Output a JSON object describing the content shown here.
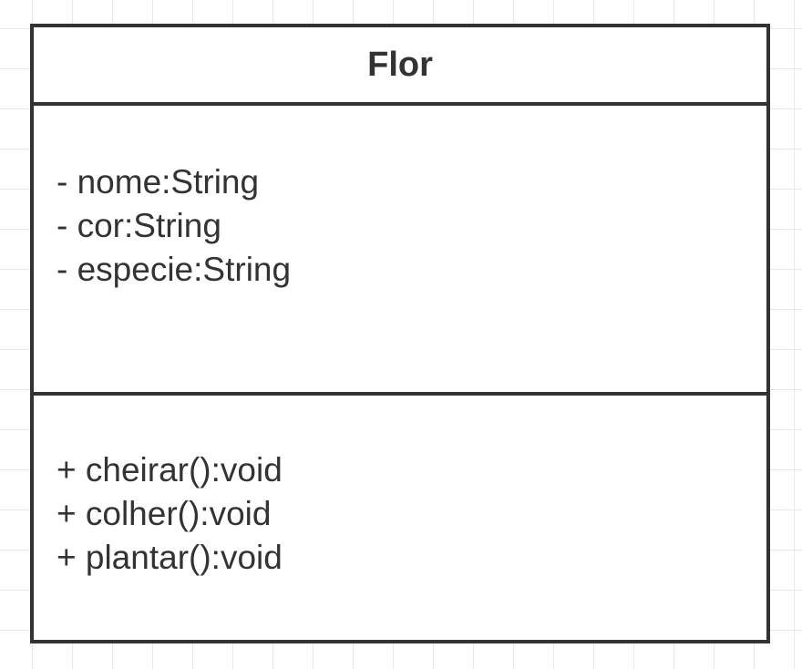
{
  "class": {
    "name": "Flor",
    "attributes": [
      "- nome:String",
      "- cor:String",
      "- especie:String"
    ],
    "methods": [
      "+ cheirar():void",
      "+ colher():void",
      "+ plantar():void"
    ]
  },
  "colors": {
    "border": "#333333",
    "text": "#333333",
    "grid": "#e9e9e9",
    "background": "#ffffff"
  }
}
